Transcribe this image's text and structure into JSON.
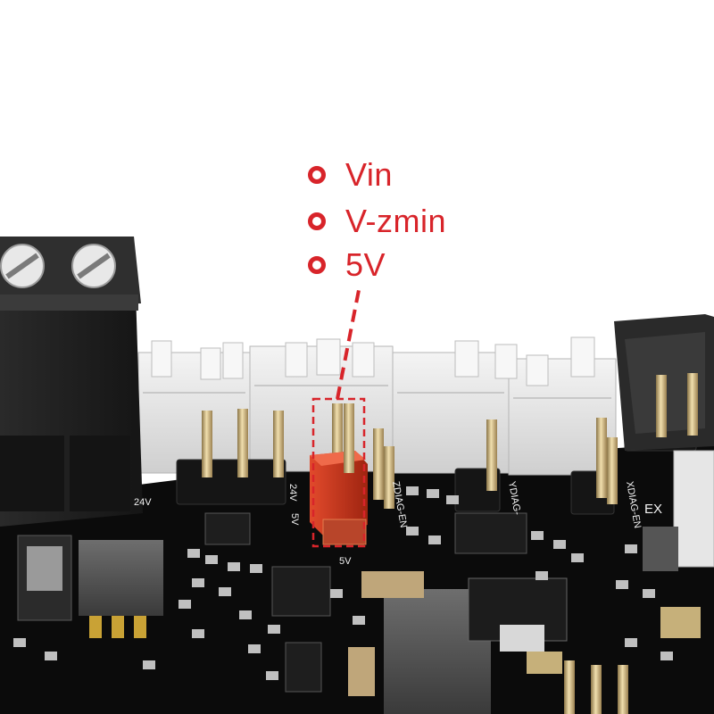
{
  "legend": {
    "color": "#d8242a",
    "items": [
      {
        "label": "Vin"
      },
      {
        "label": "V-zmin"
      },
      {
        "label": "5V"
      }
    ]
  },
  "silkscreen": {
    "left_header_label": "24V",
    "jumper_top_label": "24V",
    "jumper_side_label": "5V",
    "jumper_bottom_label": "5V",
    "probe_label_1": "ZDIAG-EN",
    "probe_label_2": "YDIAG-",
    "probe_label_3": "XDIAG-EN",
    "corner_label": "EX"
  },
  "colors": {
    "board": "#0c0c0c",
    "connector_housing": "#e4e4e4",
    "terminal_block": "#1e1e1e",
    "pin_gold": "#c9b27a",
    "jumper_cap": "#c8321e",
    "pad_silver": "#bdbdbd"
  }
}
